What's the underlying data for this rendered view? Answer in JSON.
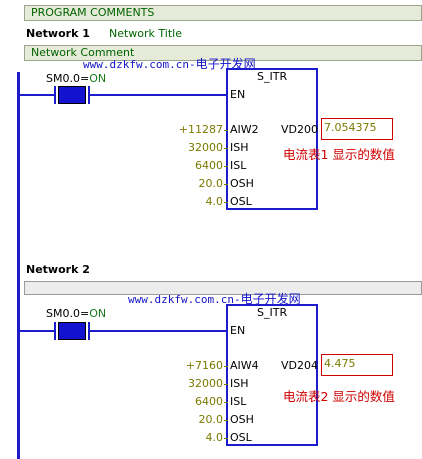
{
  "header": {
    "program_comments": "PROGRAM COMMENTS"
  },
  "network1": {
    "label": "Network 1",
    "title": "Network Title",
    "comment": "Network Comment",
    "watermark_url": "www.dzkfw.com.cn",
    "watermark_sep": "-",
    "watermark_cn": "电子开发网",
    "contact": {
      "name": "SM0.0",
      "eq": "=",
      "value": "ON"
    },
    "block": {
      "name": "S_ITR",
      "en": "EN",
      "inputs": [
        {
          "value": "+11287",
          "pin": "AIW2"
        },
        {
          "value": "32000",
          "pin": "ISH"
        },
        {
          "value": "6400",
          "pin": "ISL"
        },
        {
          "value": "20.0",
          "pin": "OSH"
        },
        {
          "value": "4.0",
          "pin": "OSL"
        }
      ],
      "output_pin": "VD200",
      "output_value": "7.054375"
    },
    "note": "电流表1 显示的数值"
  },
  "network2": {
    "label": "Network 2",
    "watermark_url": "www.dzkfw.com.cn",
    "watermark_sep": "-",
    "watermark_cn": "电子开发网",
    "contact": {
      "name": "SM0.0",
      "eq": "=",
      "value": "ON"
    },
    "block": {
      "name": "S_ITR",
      "en": "EN",
      "inputs": [
        {
          "value": "+7160",
          "pin": "AIW4"
        },
        {
          "value": "32000",
          "pin": "ISH"
        },
        {
          "value": "6400",
          "pin": "ISL"
        },
        {
          "value": "20.0",
          "pin": "OSH"
        },
        {
          "value": "4.0",
          "pin": "OSL"
        }
      ],
      "output_pin": "VD204",
      "output_value": "4.475"
    },
    "note": "电流表2 显示的数值"
  },
  "colors": {
    "wire": "#1c1ccc",
    "contact_fill": "#1212d0",
    "comment_text": "#006400",
    "value_text": "#7a7a00",
    "note_text": "#d00000",
    "watermark": "#1414c8"
  }
}
